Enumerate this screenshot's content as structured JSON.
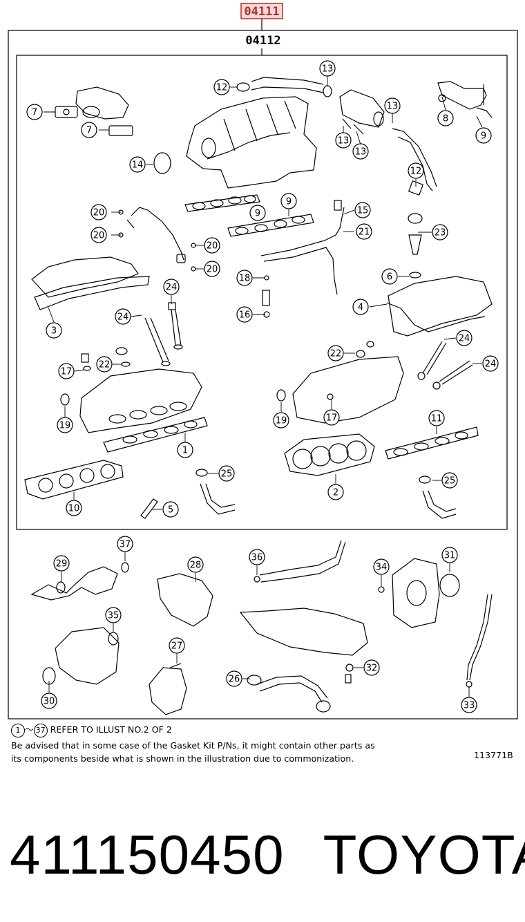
{
  "header": {
    "highlight_code": "04111",
    "box_code": "04112"
  },
  "callouts": {
    "n1": "1",
    "n2": "2",
    "n3": "3",
    "n4": "4",
    "n5": "5",
    "n6": "6",
    "n7": "7",
    "n8": "8",
    "n9": "9",
    "n10": "10",
    "n11": "11",
    "n12": "12",
    "n13": "13",
    "n14": "14",
    "n15": "15",
    "n16": "16",
    "n17": "17",
    "n18": "18",
    "n19": "19",
    "n20": "20",
    "n21": "21",
    "n22": "22",
    "n23": "23",
    "n24": "24",
    "n25": "25",
    "n26": "26",
    "n27": "27",
    "n28": "28",
    "n29": "29",
    "n30": "30",
    "n31": "31",
    "n32": "32",
    "n33": "33",
    "n34": "34",
    "n35": "35",
    "n36": "36",
    "n37": "37"
  },
  "notes": {
    "range_start": "1",
    "range_sep": "～",
    "range_end": "37",
    "refer": "REFER TO ILLUST NO.2 OF 2",
    "advice_line1": "Be advised that in some case of the Gasket Kit P/Ns,  it might contain other parts as",
    "advice_line2": "its components beside what is shown in the illustration due to commonization.",
    "illustration_id": "113771B"
  },
  "footer": {
    "part_number": "411150450",
    "brand": "TOYOTA"
  }
}
